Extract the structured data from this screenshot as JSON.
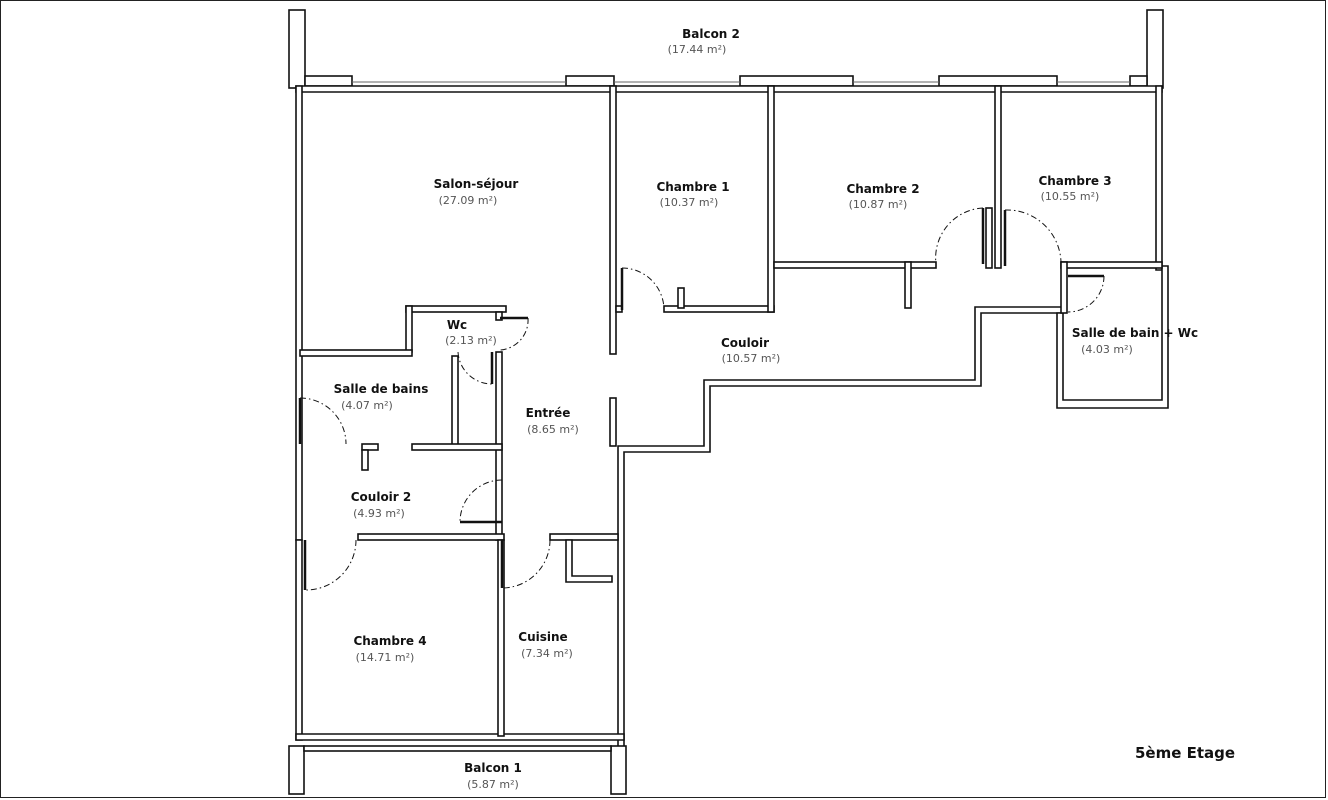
{
  "floor_label": "5ème Etage",
  "rooms": {
    "balcon2": {
      "name": "Balcon 2",
      "area": "(17.44 m²)"
    },
    "salon": {
      "name": "Salon-séjour",
      "area": "(27.09 m²)"
    },
    "chambre1": {
      "name": "Chambre 1",
      "area": "(10.37 m²)"
    },
    "chambre2": {
      "name": "Chambre 2",
      "area": "(10.87 m²)"
    },
    "chambre3": {
      "name": "Chambre 3",
      "area": "(10.55 m²)"
    },
    "wc": {
      "name": "Wc",
      "area": "(2.13 m²)"
    },
    "couloir": {
      "name": "Couloir",
      "area": "(10.57 m²)"
    },
    "sdbwc": {
      "name": "Salle de bain + Wc",
      "area": "(4.03 m²)"
    },
    "sdb": {
      "name": "Salle de bains",
      "area": "(4.07 m²)"
    },
    "entree": {
      "name": "Entrée",
      "area": "(8.65 m²)"
    },
    "couloir2": {
      "name": "Couloir 2",
      "area": "(4.93 m²)"
    },
    "chambre4": {
      "name": "Chambre 4",
      "area": "(14.71 m²)"
    },
    "cuisine": {
      "name": "Cuisine",
      "area": "(7.34 m²)"
    },
    "balcon1": {
      "name": "Balcon 1",
      "area": "(5.87 m²)"
    }
  }
}
